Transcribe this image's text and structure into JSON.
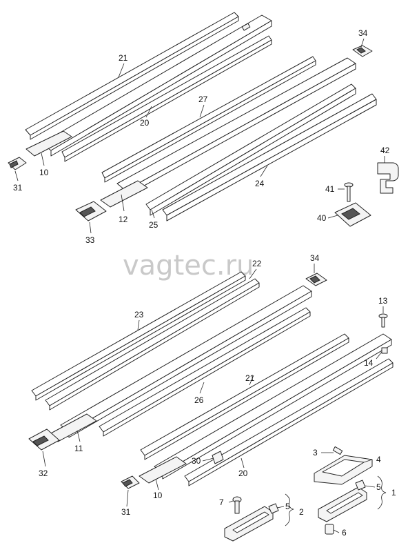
{
  "watermark": "vagtec.ru",
  "callouts": {
    "c1": "1",
    "c2": "2",
    "c3": "3",
    "c4": "4",
    "c5a": "5",
    "c5b": "5",
    "c6": "6",
    "c7": "7",
    "c10a": "10",
    "c10b": "10",
    "c11": "11",
    "c12": "12",
    "c13": "13",
    "c14": "14",
    "c20a": "20",
    "c20b": "20",
    "c21a": "21",
    "c21b": "21",
    "c22": "22",
    "c23": "23",
    "c24": "24",
    "c25": "25",
    "c26": "26",
    "c27": "27",
    "c30": "30",
    "c31a": "31",
    "c31b": "31",
    "c32": "32",
    "c33": "33",
    "c34a": "34",
    "c34b": "34",
    "c40": "40",
    "c41": "41",
    "c42": "42"
  }
}
